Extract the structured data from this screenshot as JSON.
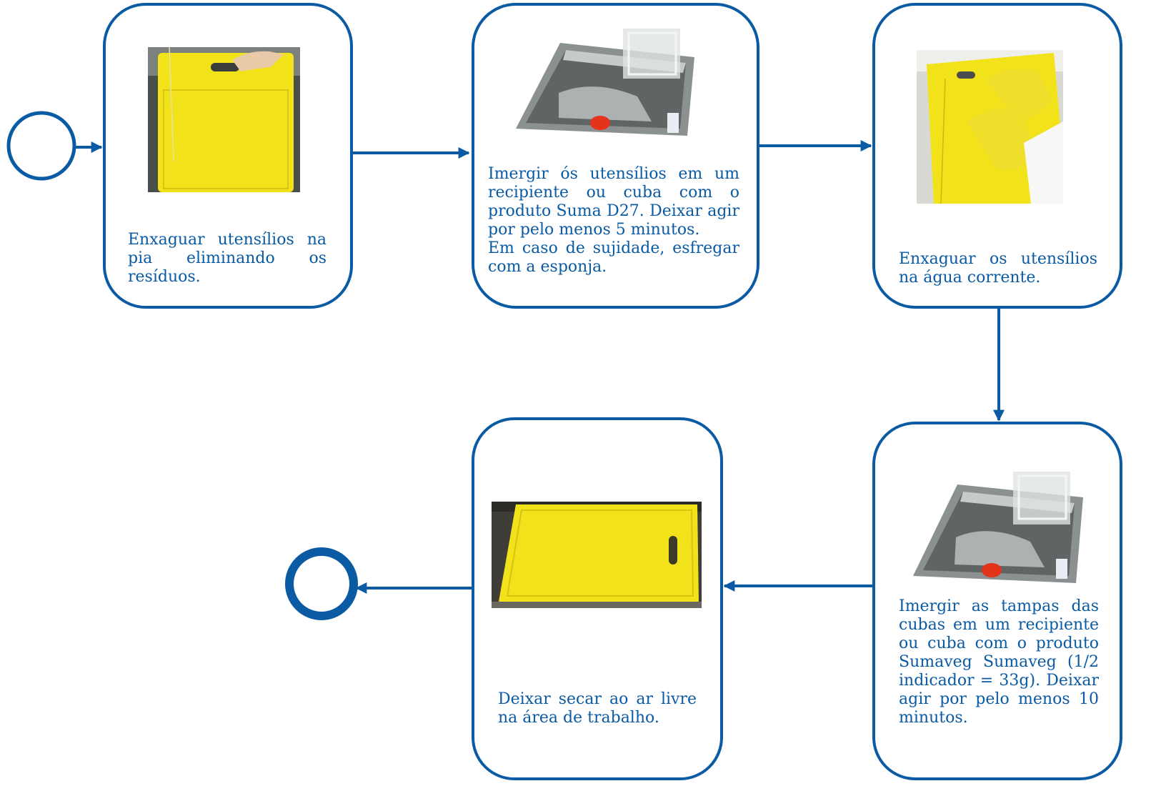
{
  "colors": {
    "stroke": "#0a5aa4",
    "text": "#0a5aa4",
    "board_yellow": "#f2e21a",
    "steel_dark": "#4a4f4f",
    "steel_light": "#b9bfbe"
  },
  "events": {
    "start": "start-event",
    "end": "end-event"
  },
  "steps": [
    {
      "id": "step-1",
      "text": "Enxaguar utensílios na pia eliminando os resíduos.",
      "photo": "yellow-cutting-board-held-over-sink"
    },
    {
      "id": "step-2",
      "text": "Imergir ós utensílios em um recipiente ou cuba com o produto Suma D27. Deixar agir por pelo menos 5 minutos.\nEm caso de sujidade, esfregar com a esponja.",
      "photo": "utensils-in-steel-basin"
    },
    {
      "id": "step-3",
      "text": "Enxaguar os utensílios na água corrente.",
      "photo": "gloved-hand-rinsing-cutting-board"
    },
    {
      "id": "step-4",
      "text": "Imergir as tampas das cubas em um recipiente ou cuba com o produto Sumaveg Sumaveg (1/2 indicador = 33g). Deixar agir por pelo menos 10 minutos.",
      "photo": "lids-in-steel-basin"
    },
    {
      "id": "step-5",
      "text": "Deixar secar ao ar livre na área de trabalho.",
      "photo": "cutting-board-drying-on-counter"
    }
  ]
}
